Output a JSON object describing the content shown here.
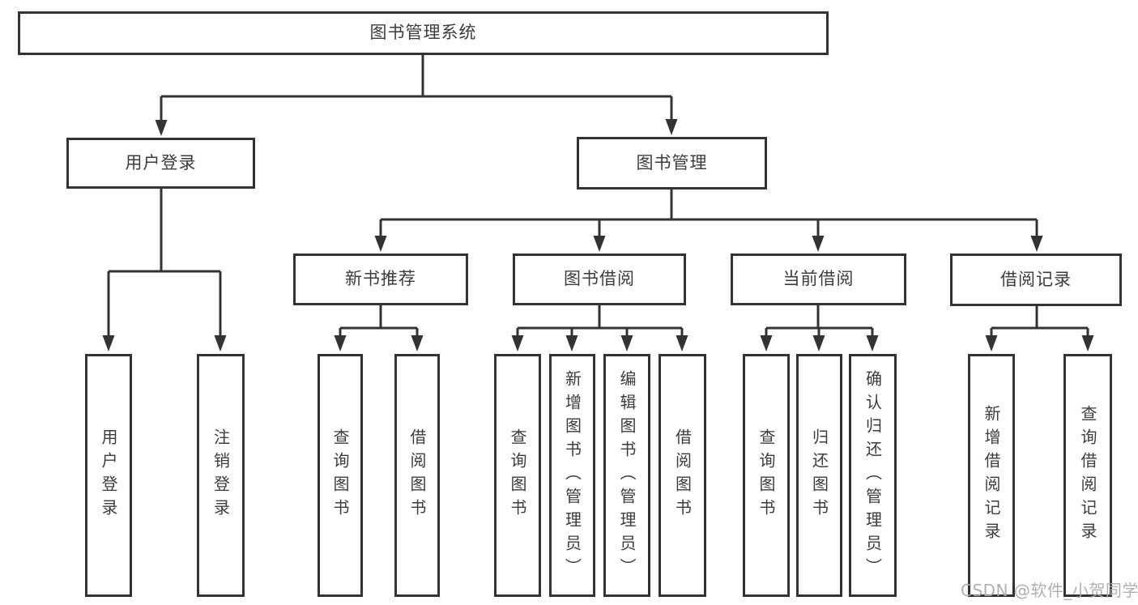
{
  "diagram_title": "图书管理系统",
  "tree": {
    "label": "图书管理系统",
    "children": [
      {
        "label": "用户登录",
        "children": [
          {
            "label": "用户登录"
          },
          {
            "label": "注销登录"
          }
        ]
      },
      {
        "label": "图书管理",
        "children": [
          {
            "label": "新书推荐",
            "children": [
              {
                "label": "查询图书"
              },
              {
                "label": "借阅图书"
              }
            ]
          },
          {
            "label": "图书借阅",
            "children": [
              {
                "label": "查询图书"
              },
              {
                "label": "新增图书（管理员）"
              },
              {
                "label": "编辑图书（管理员）"
              },
              {
                "label": "借阅图书"
              }
            ]
          },
          {
            "label": "当前借阅",
            "children": [
              {
                "label": "查询图书"
              },
              {
                "label": "归还图书"
              },
              {
                "label": "确认归还（管理员）"
              }
            ]
          },
          {
            "label": "借阅记录",
            "children": [
              {
                "label": "新增借阅记录"
              },
              {
                "label": "查询借阅记录"
              }
            ]
          }
        ]
      }
    ]
  },
  "watermark": "CSDN @软件_小贺同学",
  "colors": {
    "line": "#333333",
    "box_border": "#333333",
    "box_background": "#ffffff",
    "text": "#3c3c3c",
    "page_background": "#ffffff",
    "watermark": "#acacac"
  }
}
